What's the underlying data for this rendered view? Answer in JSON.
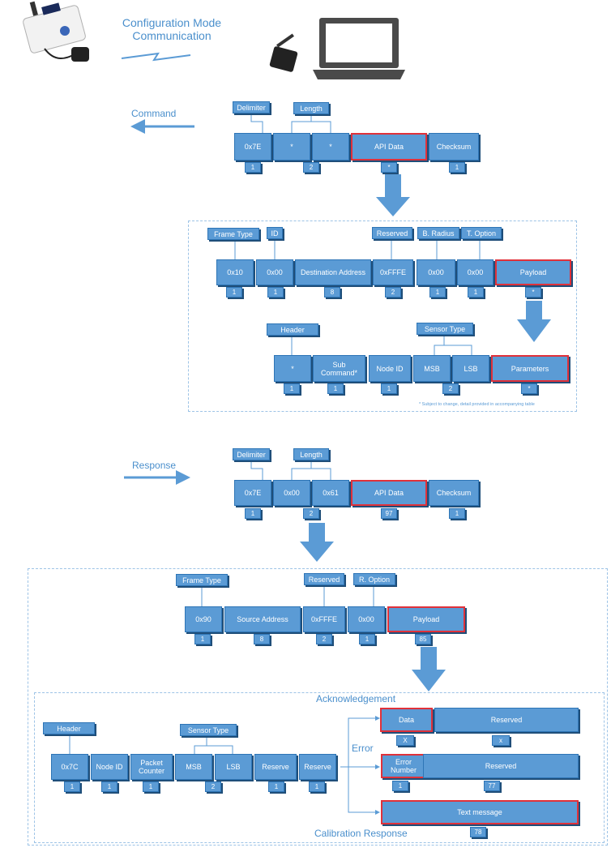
{
  "title_lines": [
    "Configuration Mode",
    "Communication"
  ],
  "colors": {
    "field_fill": "#5b9bd5",
    "highlight_border": "#e0313a",
    "text_accent": "#4a8fcc"
  },
  "icons": [
    "sensor-device-icon",
    "usb-modem-icon",
    "laptop-icon",
    "lightning-link-icon"
  ],
  "command": {
    "heading": "Command",
    "frame": {
      "labels": {
        "delimiter": "Delimiter",
        "length": "Length"
      },
      "fields": [
        "0x7E",
        "*",
        "*",
        "API Data",
        "Checksum"
      ],
      "sizes": [
        "1",
        "2",
        "*",
        "1"
      ]
    },
    "api": {
      "labels": {
        "frame_type": "Frame Type",
        "id": "ID",
        "reserved": "Reserved",
        "b_radius": "B. Radius",
        "t_option": "T. Option"
      },
      "fields": [
        "0x10",
        "0x00",
        "Destination Address",
        "0xFFFE",
        "0x00",
        "0x00",
        "Payload"
      ],
      "sizes": [
        "1",
        "1",
        "8",
        "2",
        "1",
        "1",
        "*"
      ]
    },
    "payload": {
      "labels": {
        "header": "Header",
        "sensor_type": "Sensor Type"
      },
      "fields": [
        "*",
        "Sub Command*",
        "Node ID",
        "MSB",
        "LSB",
        "Parameters"
      ],
      "sizes": [
        "1",
        "1",
        "1",
        "2",
        "*"
      ]
    },
    "footnote": "* Subject to change, detail provided in accompanying table"
  },
  "response": {
    "heading": "Response",
    "frame": {
      "labels": {
        "delimiter": "Delimiter",
        "length": "Length"
      },
      "fields": [
        "0x7E",
        "0x00",
        "0x61",
        "API Data",
        "Checksum"
      ],
      "sizes": [
        "1",
        "2",
        "97",
        "1"
      ]
    },
    "api": {
      "labels": {
        "frame_type": "Frame Type",
        "reserved": "Reserved",
        "r_option": "R. Option"
      },
      "fields": [
        "0x90",
        "Source Address",
        "0xFFFE",
        "0x00",
        "Payload"
      ],
      "sizes": [
        "1",
        "8",
        "2",
        "1",
        "85"
      ]
    },
    "payload": {
      "labels": {
        "header": "Header",
        "sensor_type": "Sensor Type"
      },
      "fields": [
        "0x7C",
        "Node ID",
        "Packet Counter",
        "MSB",
        "LSB",
        "Reserve",
        "Reserve"
      ],
      "sizes": [
        "1",
        "1",
        "1",
        "2",
        "1",
        "1"
      ]
    },
    "sections": {
      "ack": "Acknowledgement",
      "error": "Error",
      "calibration": "Calibration Response"
    },
    "ack": {
      "fields": [
        "Data",
        "Reserved"
      ],
      "sizes": [
        "X",
        "x"
      ]
    },
    "error": {
      "fields": [
        "Error Number",
        "Reserved"
      ],
      "sizes": [
        "1",
        "77"
      ]
    },
    "calib": {
      "fields": [
        "Text message"
      ],
      "sizes": [
        "78"
      ]
    }
  }
}
